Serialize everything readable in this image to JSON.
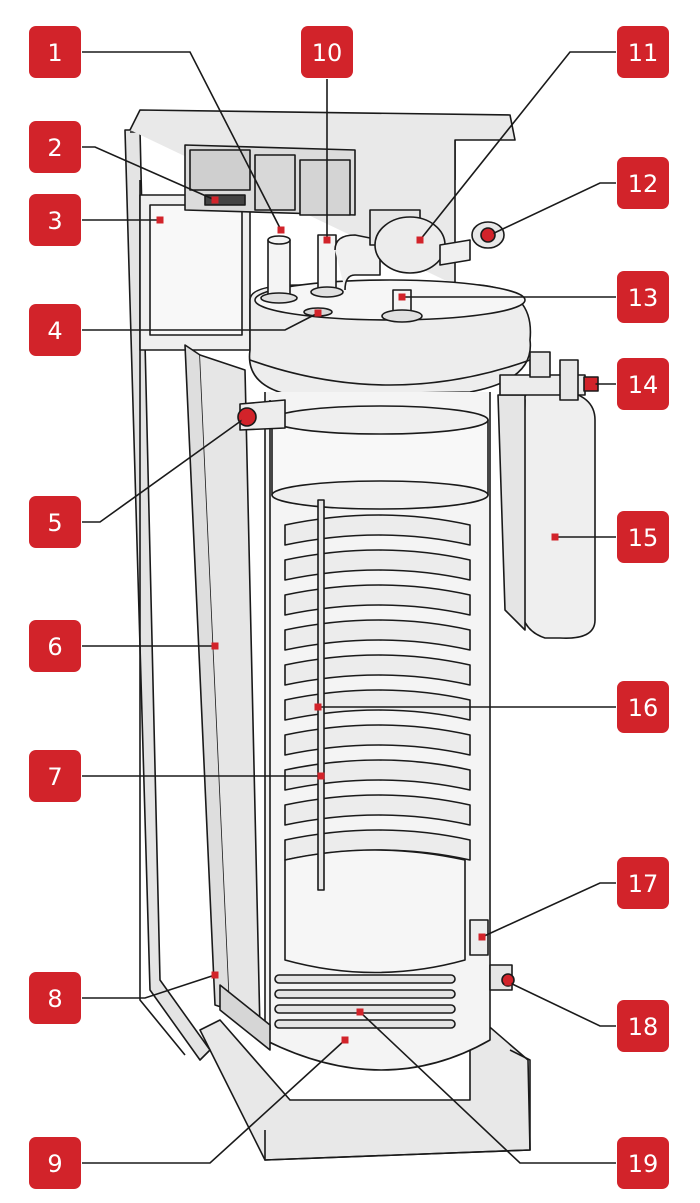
{
  "accent_color": "#d2232a",
  "line_color": "#1a1a1a",
  "callouts": [
    {
      "label": "1"
    },
    {
      "label": "2"
    },
    {
      "label": "3"
    },
    {
      "label": "4"
    },
    {
      "label": "5"
    },
    {
      "label": "6"
    },
    {
      "label": "7"
    },
    {
      "label": "8"
    },
    {
      "label": "9"
    },
    {
      "label": "10"
    },
    {
      "label": "11"
    },
    {
      "label": "12"
    },
    {
      "label": "13"
    },
    {
      "label": "14"
    },
    {
      "label": "15"
    },
    {
      "label": "16"
    },
    {
      "label": "17"
    },
    {
      "label": "18"
    },
    {
      "label": "19"
    }
  ]
}
